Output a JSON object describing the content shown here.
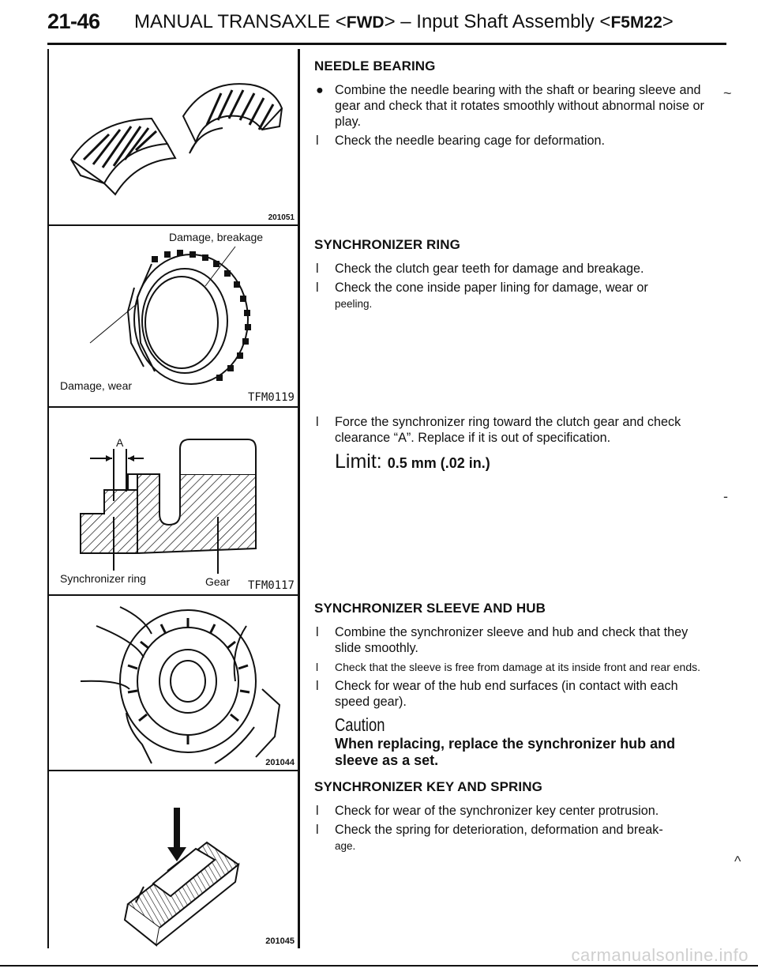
{
  "header": {
    "page_number": "21-46",
    "title_pre": "MANUAL TRANSAXLE <",
    "title_fwd": "FWD",
    "title_mid": "> – Input Shaft Assembly <",
    "title_model": "F5M22",
    "title_post": ">"
  },
  "figures": [
    {
      "code": "201051"
    },
    {
      "code": "TFM0119",
      "label_top": "Damage, breakage",
      "label_bottom": "Damage, wear"
    },
    {
      "code": "TFM0117",
      "label_a": "A",
      "label_ring": "Synchronizer ring",
      "label_gear": "Gear"
    },
    {
      "code": "201044"
    },
    {
      "code": "201045"
    }
  ],
  "sections": {
    "needle": {
      "heading": "NEEDLE BEARING",
      "items": [
        {
          "bullet": "●",
          "text": "Combine the needle bearing with the shaft or bearing sleeve and gear and check that it rotates smoothly without abnormal noise or play."
        },
        {
          "bullet": "l",
          "text": "Check the needle bearing cage for deformation."
        }
      ]
    },
    "ring": {
      "heading": "SYNCHRONIZER RING",
      "items": [
        {
          "bullet": "l",
          "text": "Check the clutch gear teeth for damage and breakage."
        },
        {
          "bullet": "l",
          "text": "Check the cone inside paper lining for damage, wear or",
          "text2": "peeling."
        }
      ]
    },
    "force": {
      "items": [
        {
          "bullet": "l",
          "text": "Force the synchronizer ring toward the clutch gear and check clearance “A”. Replace if it is out of specification."
        }
      ],
      "limit_label": "Limit:",
      "limit_value": "0.5 mm (.02 in.)"
    },
    "sleeve": {
      "heading": "SYNCHRONIZER SLEEVE AND HUB",
      "items": [
        {
          "bullet": "l",
          "text": "Combine the synchronizer sleeve and hub and check that they slide smoothly."
        },
        {
          "bullet": "l",
          "text": "Check that the sleeve is free from damage at its inside front and rear ends."
        },
        {
          "bullet": "l",
          "text": "Check for wear of the hub end surfaces (in contact with each speed gear)."
        }
      ],
      "caution_label": "Caution",
      "caution_text": "When replacing, replace the synchronizer hub and sleeve as a set."
    },
    "key": {
      "heading": "SYNCHRONIZER KEY AND SPRING",
      "items": [
        {
          "bullet": "l",
          "text": "Check for wear of the synchronizer key center protrusion."
        },
        {
          "bullet": "l",
          "text": "Check the spring for deterioration, deformation and break-",
          "text2": "age."
        }
      ]
    }
  },
  "footer": {
    "watermark": "carmanualsonline.info"
  }
}
